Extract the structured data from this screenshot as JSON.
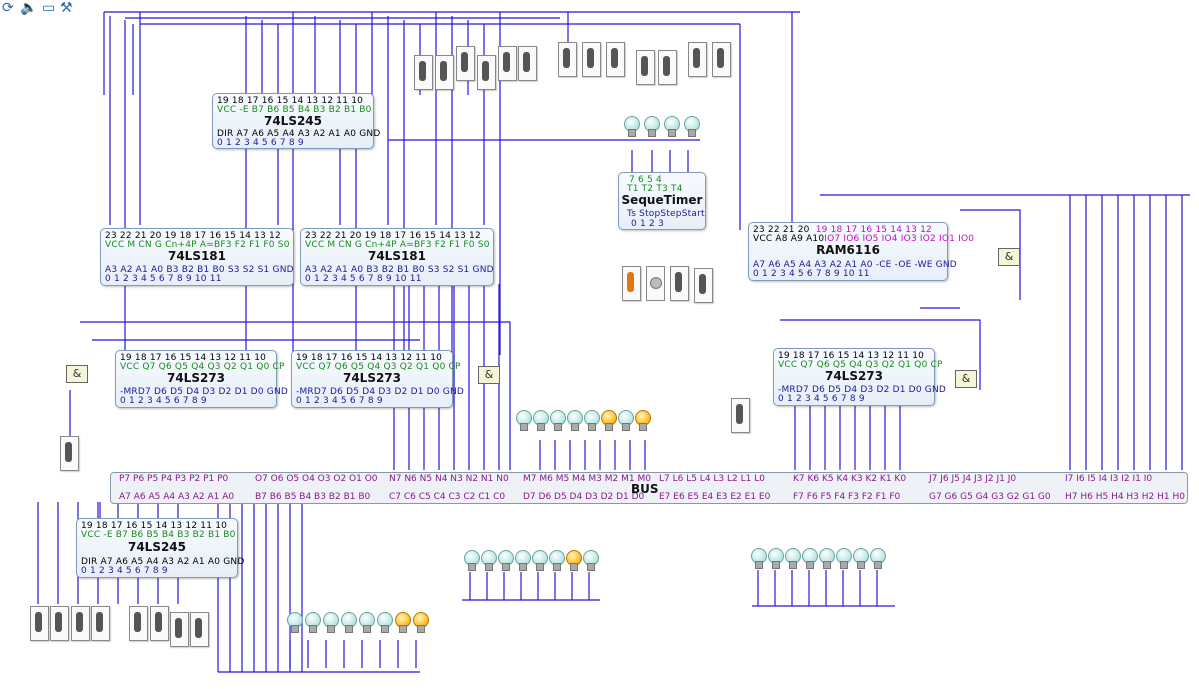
{
  "colors": {
    "wire": "#2a16d8",
    "wire_dark": "#201070",
    "accent": "#1a1a9a",
    "green": "#1a8a1a",
    "magenta": "#c010c0"
  },
  "toolbar": {
    "icons": [
      "refresh-icon",
      "speaker-icon",
      "monitor-icon",
      "hammer-icon"
    ]
  },
  "chips": {
    "ls245_top": {
      "title": "74LS245",
      "top_nums": "19 18  17  16  15  14  13  12  11  10",
      "top_names": "VCC -E  B7  B6  B5  B4  B3  B2  B1  B0",
      "bot_names": "DIR A7  A6  A5  A4  A3  A2  A1  A0 GND",
      "bot_nums": "0    1    2    3    4    5    6    7    8    9"
    },
    "ls181_left": {
      "title": "74LS181",
      "top_nums": "23  22  21  20  19  18  17  16  15  14  13  12",
      "top_names": "VCC M  CN  G Cn+4P A=BF3 F2  F1  F0  S0",
      "bot_names": "A3  A2  A1  A0  B3  B2  B1  B0  S3  S2  S1 GND",
      "bot_nums": "0    1    2    3    4    5    6    7    8    9   10  11"
    },
    "ls181_right": {
      "title": "74LS181",
      "top_nums": "23  22  21  20  19  18  17  16  15  14  13  12",
      "top_names": "VCC M  CN  G Cn+4P A=BF3 F2  F1  F0  S0",
      "bot_names": "A3  A2  A1  A0  B3  B2  B1  B0  S3  S2  S1 GND",
      "bot_nums": "0    1    2    3    4    5    6    7    8    9   10  11"
    },
    "seque": {
      "title": "SequeTimer",
      "top_nums": "7     6     5     4",
      "top_names": "T1   T2   T3   T4",
      "bot_names": "Ts  StopStepStart",
      "bot_nums": "0      1      2      3"
    },
    "ram": {
      "title": "RAM6116",
      "top_nums_a": "23  22  21  20",
      "top_nums_b": "19  18  17  16  15  14  13  12",
      "top_names_a": "VCC A8  A9 A10",
      "top_names_b": "IO7 IO6 IO5 IO4 IO3 IO2 IO1 IO0",
      "bot_names": "A7  A6  A5  A4  A3  A2  A1  A0  -CE -OE -WE GND",
      "bot_nums": "0    1    2    3    4    5    6    7    8    9   10  11"
    },
    "ls273_a": {
      "title": "74LS273",
      "top_nums": "19  18  17  16  15  14  13  12  11  10",
      "top_names": "VCC Q7  Q6  Q5  Q4  Q3  Q2  Q1  Q0  CP",
      "bot_names": "-MRD7  D6  D5  D4  D3  D2  D1  D0 GND",
      "bot_nums": "0    1    2    3    4    5    6    7    8    9"
    },
    "ls273_b": {
      "title": "74LS273",
      "top_nums": "19  18  17  16  15  14  13  12  11  10",
      "top_names": "VCC Q7  Q6  Q5  Q4  Q3  Q2  Q1  Q0  CP",
      "bot_names": "-MRD7  D6  D5  D4  D3  D2  D1  D0 GND",
      "bot_nums": "0    1    2    3    4    5    6    7    8    9"
    },
    "ls273_c": {
      "title": "74LS273",
      "top_nums": "19  18  17  16  15  14  13  12  11  10",
      "top_names": "VCC Q7  Q6  Q5  Q4  Q3  Q2  Q1  Q0  CP",
      "bot_names": "-MRD7  D6  D5  D4  D3  D2  D1  D0 GND",
      "bot_nums": "0    1    2    3    4    5    6    7    8    9"
    },
    "ls245_bot": {
      "title": "74LS245",
      "top_nums": "19 18  17  16  15  14  13  12  11  10",
      "top_names": "VCC -E  B7  B6  B5  B4  B3  B2  B1  B0",
      "bot_names": "DIR A7  A6  A5  A4  A3  A2  A1  A0 GND",
      "bot_nums": "0    1    2    3    4    5    6    7    8    9"
    }
  },
  "bus": {
    "title": "BUS",
    "top_labels": [
      {
        "text": "P7  P6  P5  P4  P3  P2  P1  P0"
      },
      {
        "text": "O7  O6  O5  O4  O3  O2  O1  O0"
      },
      {
        "text": "N7  N6  N5  N4  N3  N2  N1  N0"
      },
      {
        "text": "M7 M6 M5 M4 M3 M2 M1 M0"
      },
      {
        "text": "L7  L6  L5  L4  L3  L2  L1  L0"
      },
      {
        "text": "K7  K6  K5  K4  K3  K2  K1  K0"
      },
      {
        "text": "J7  J6  J5  J4  J3  J2  J1  J0"
      },
      {
        "text": "I7  I6  I5  I4  I3  I2  I1  I0"
      }
    ],
    "bot_labels": [
      {
        "text": "A7  A6  A5  A4  A3  A2  A1  A0"
      },
      {
        "text": "B7  B6  B5  B4  B3  B2  B1  B0"
      },
      {
        "text": "C7  C6  C5  C4  C3  C2  C1  C0"
      },
      {
        "text": "D7  D6  D5  D4  D3  D2  D1  D0"
      },
      {
        "text": "E7  E6  E5  E4  E3  E2  E1  E0"
      },
      {
        "text": "F7  F6  F5  F4  F3  F2  F1  F0"
      },
      {
        "text": "G7  G6  G5  G4  G3  G2  G1  G0"
      },
      {
        "text": "H7  H6  H5  H4  H3  H2  H1  H0"
      }
    ]
  },
  "gates": {
    "symbol": "&"
  },
  "bulbs": {
    "seque": [
      0,
      0,
      0,
      0
    ],
    "mid": [
      0,
      0,
      0,
      0,
      0,
      1,
      0,
      1
    ],
    "bottom_mid": [
      0,
      0,
      0,
      0,
      0,
      0,
      1,
      0
    ],
    "bottom_left": [
      0,
      0,
      0,
      0,
      0,
      0,
      1,
      1
    ],
    "bottom_right": [
      0,
      0,
      0,
      0,
      0,
      0,
      0,
      0
    ]
  },
  "switches": {
    "seque_on": [
      1,
      0,
      0,
      0
    ]
  }
}
